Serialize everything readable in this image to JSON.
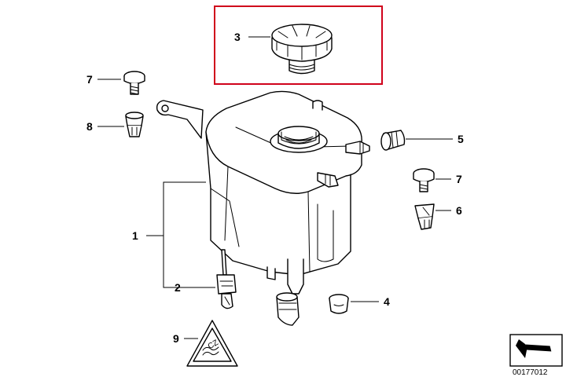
{
  "callouts": {
    "c1": "1",
    "c2": "2",
    "c3": "3",
    "c4": "4",
    "c5": "5",
    "c6": "6",
    "c7a": "7",
    "c7b": "7",
    "c8": "8",
    "c9": "9"
  },
  "warning_label_text": "CZ",
  "diagram_id": "00177012",
  "colors": {
    "highlight_box": "#d0021b",
    "line": "#000000",
    "background": "#ffffff"
  }
}
